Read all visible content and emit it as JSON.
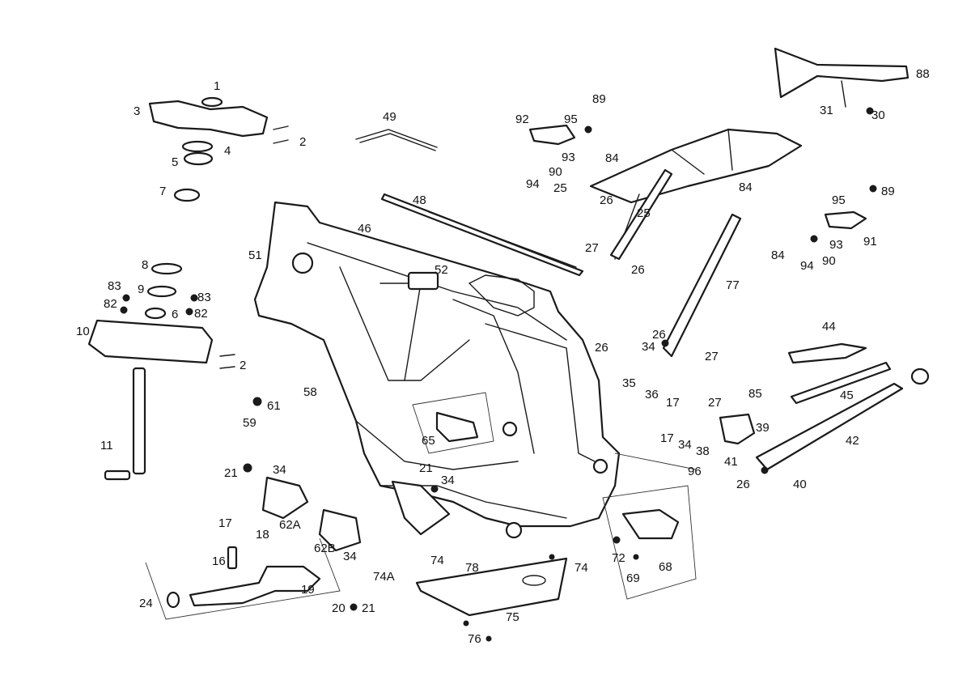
{
  "callouts": [
    "1",
    "2",
    "3",
    "4",
    "5",
    "7",
    "8",
    "9",
    "6",
    "10",
    "11",
    "82",
    "83",
    "2",
    "21",
    "34",
    "17",
    "18",
    "16",
    "24",
    "19",
    "20",
    "21",
    "49",
    "48",
    "46",
    "51",
    "52",
    "58",
    "59",
    "61",
    "62A",
    "62B",
    "34",
    "74A",
    "74",
    "78",
    "65",
    "21",
    "34",
    "75",
    "76",
    "92",
    "95",
    "89",
    "84",
    "93",
    "90",
    "94",
    "25",
    "26",
    "25",
    "84",
    "27",
    "26",
    "77",
    "88",
    "31",
    "30",
    "95",
    "89",
    "93",
    "91",
    "84",
    "94",
    "90",
    "44",
    "45",
    "42",
    "26",
    "34",
    "35",
    "36",
    "17",
    "26",
    "27",
    "85",
    "27",
    "39",
    "17",
    "34",
    "38",
    "41",
    "26",
    "40",
    "96",
    "72",
    "68",
    "69",
    "74",
    "82",
    "83"
  ]
}
